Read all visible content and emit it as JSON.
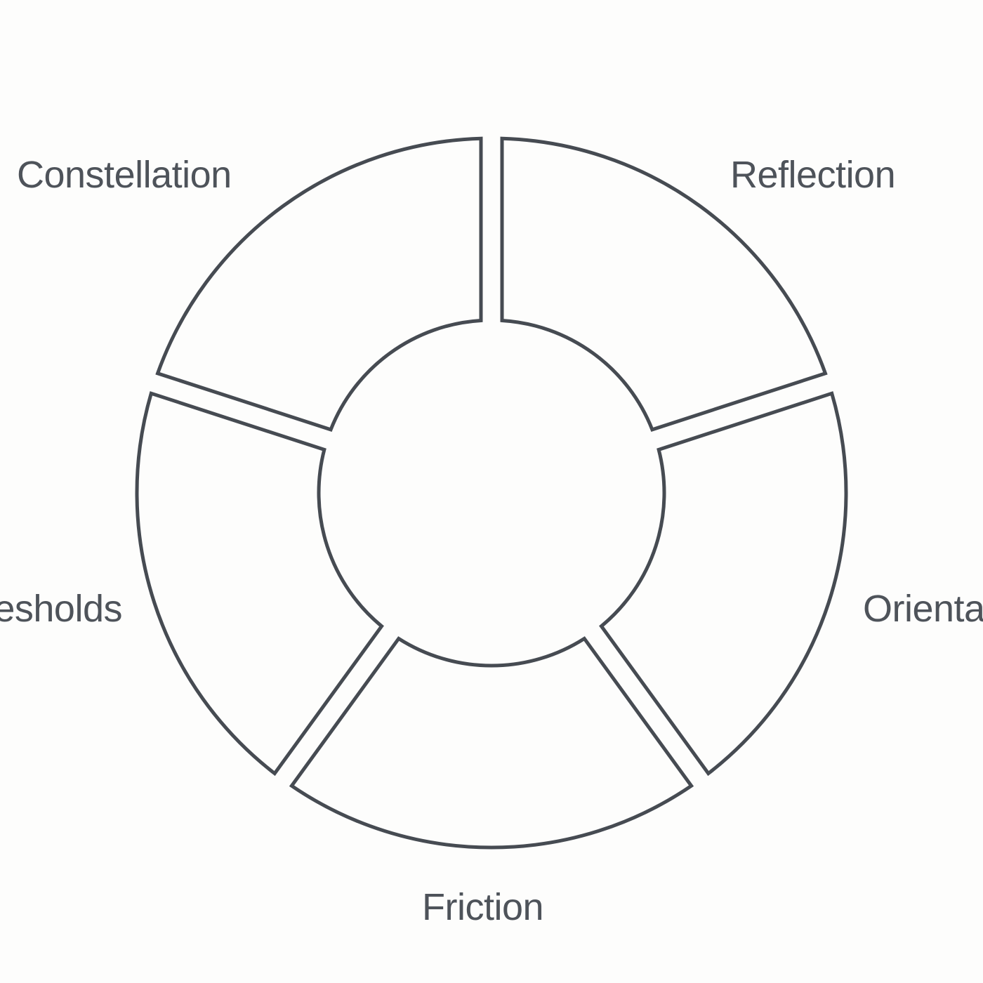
{
  "diagram": {
    "segments": [
      {
        "label": "Reflection"
      },
      {
        "label": "Orienta"
      },
      {
        "label": "Friction"
      },
      {
        "label": "esholds"
      },
      {
        "label": "Constellation"
      }
    ],
    "colors": {
      "stroke": "#464b52",
      "text": "#4e535a",
      "background": "#fdfdfc"
    }
  }
}
